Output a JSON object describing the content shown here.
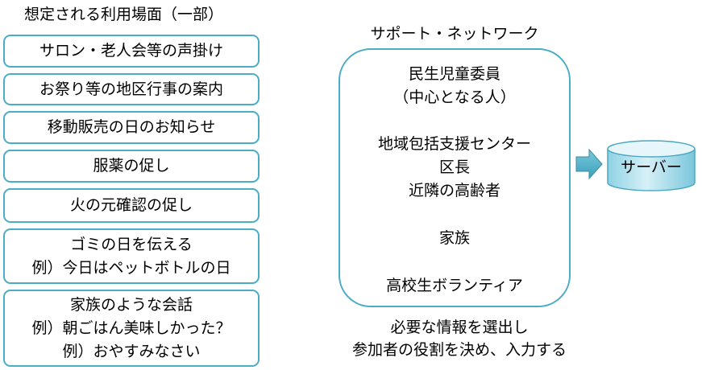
{
  "scenes": {
    "heading": "想定される利用場面（一部）",
    "items": [
      {
        "lines": [
          "サロン・老人会等の声掛け"
        ]
      },
      {
        "lines": [
          "お祭り等の地区行事の案内"
        ]
      },
      {
        "lines": [
          "移動販売の日のお知らせ"
        ]
      },
      {
        "lines": [
          "服薬の促し"
        ]
      },
      {
        "lines": [
          "火の元確認の促し"
        ]
      },
      {
        "lines": [
          "ゴミの日を伝える",
          "例）今日はペットボトルの日"
        ]
      },
      {
        "lines": [
          "家族のような会話",
          "例）朝ごはん美味しかった？",
          "例）おやすみなさい"
        ]
      }
    ]
  },
  "network": {
    "title": "サポート・ネットワーク",
    "members": [
      "民生児童委員",
      "（中心となる人）",
      "地域包括支援センター",
      "区長",
      "近隣の高齢者",
      "家族",
      "高校生ボランティア"
    ]
  },
  "server": {
    "label": "サーバー",
    "icon": "database-cylinder-icon",
    "color": "#a8dcea"
  },
  "flow": {
    "arrow_icon": "arrow-right-icon",
    "arrow_color": "#4bacc6"
  },
  "note": {
    "line1": "必要な情報を選出し",
    "line2": "参加者の役割を決め、入力する"
  },
  "colors": {
    "border": "#4bacc6",
    "text": "#000000"
  }
}
